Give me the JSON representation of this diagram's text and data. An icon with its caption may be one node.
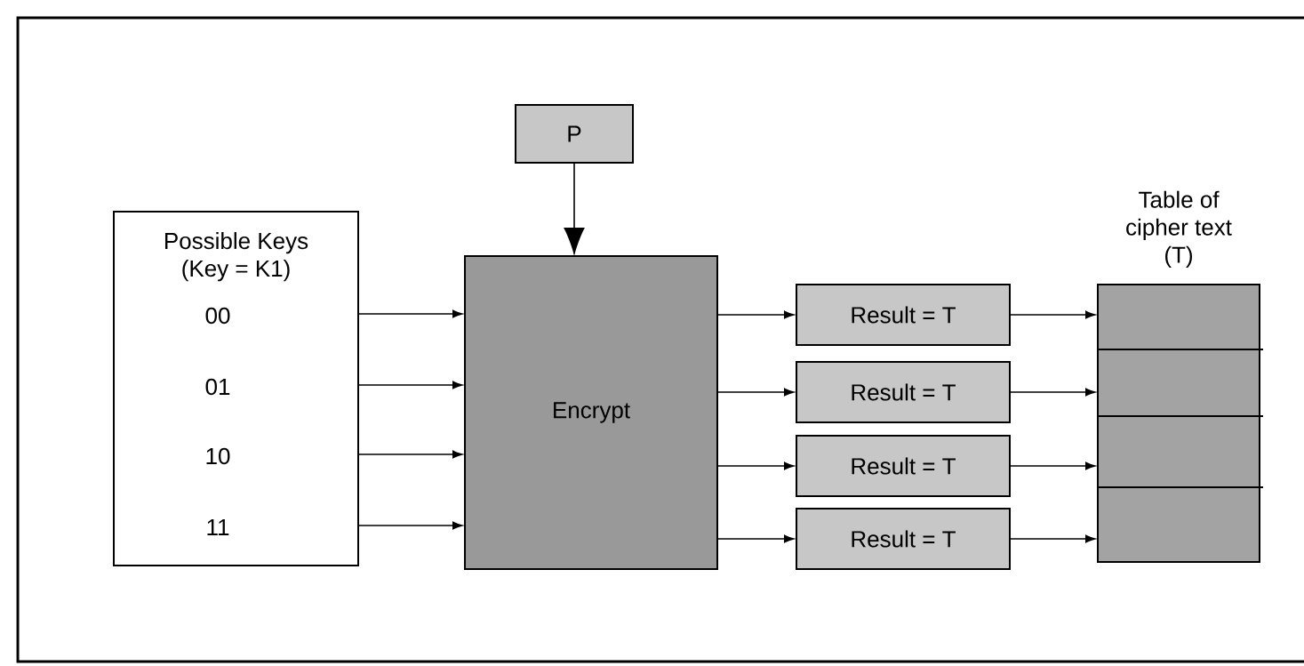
{
  "diagram": {
    "nodes": [
      {
        "text": [
          "P"
        ]
      },
      {
        "text": [
          "Possible Keys (Key = K1)"
        ]
      },
      {
        "text": [
          "Encrypt"
        ]
      },
      {
        "text": [
          "Result = T"
        ]
      },
      {
        "text": [
          "Result = T"
        ]
      },
      {
        "text": [
          "Result = T"
        ]
      },
      {
        "text": [
          "Result = T"
        ]
      },
      {
        "text": [
          "Table of cipher text (T)"
        ]
      }
    ],
    "edges": [
      {
        "from": 0,
        "to": 2,
        "arrow": "to"
      },
      {
        "from": 1,
        "to": 2,
        "arrow": "to"
      },
      {
        "from": 1,
        "to": 2,
        "arrow": "to"
      },
      {
        "from": 1,
        "to": 2,
        "arrow": "to"
      },
      {
        "from": 1,
        "to": 2,
        "arrow": "to"
      },
      {
        "from": 2,
        "to": 3,
        "arrow": "to"
      },
      {
        "from": 2,
        "to": 4,
        "arrow": "to"
      },
      {
        "from": 2,
        "to": 5,
        "arrow": "to"
      },
      {
        "from": 2,
        "to": 6,
        "arrow": "to"
      },
      {
        "from": 3,
        "to": 7,
        "arrow": "to"
      },
      {
        "from": 4,
        "to": 7,
        "arrow": "to"
      },
      {
        "from": 5,
        "to": 7,
        "arrow": "to"
      },
      {
        "from": 6,
        "to": 7,
        "arrow": "to"
      }
    ],
    "labels": [
      "00",
      "01",
      "10",
      "11"
    ]
  }
}
